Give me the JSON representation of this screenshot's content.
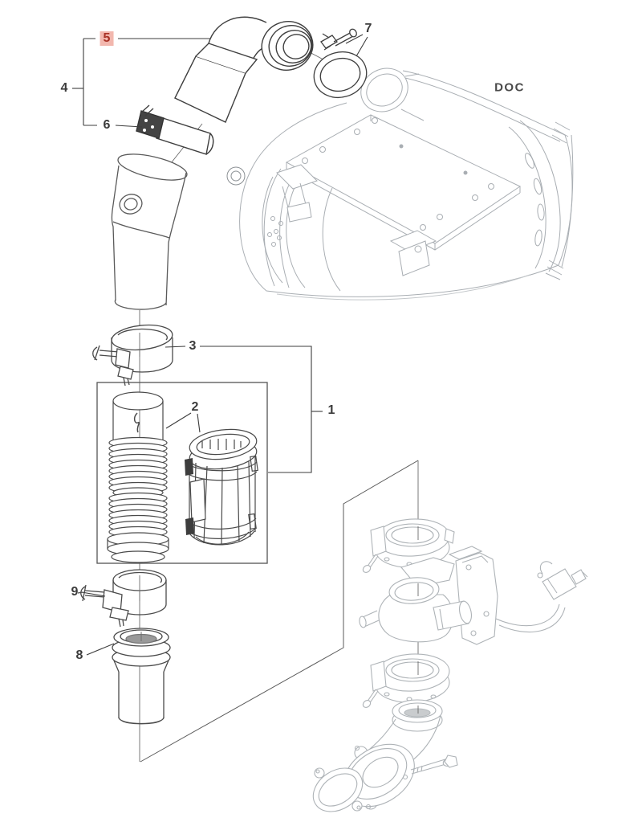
{
  "diagram": {
    "doc_label": "DOC",
    "callouts": [
      {
        "id": "1",
        "label": "1",
        "highlighted": false
      },
      {
        "id": "2",
        "label": "2",
        "highlighted": false
      },
      {
        "id": "3",
        "label": "3",
        "highlighted": false
      },
      {
        "id": "4",
        "label": "4",
        "highlighted": false
      },
      {
        "id": "5",
        "label": "5",
        "highlighted": true
      },
      {
        "id": "6",
        "label": "6",
        "highlighted": false
      },
      {
        "id": "7",
        "label": "7",
        "highlighted": false
      },
      {
        "id": "8",
        "label": "8",
        "highlighted": false
      },
      {
        "id": "9",
        "label": "9",
        "highlighted": false
      }
    ],
    "colors": {
      "background": "#ffffff",
      "highlight_bg": "#f2b7ae",
      "highlight_text": "#a93226",
      "label": "#3b3b3b",
      "doc_label_color": "#4a4a4a"
    }
  }
}
